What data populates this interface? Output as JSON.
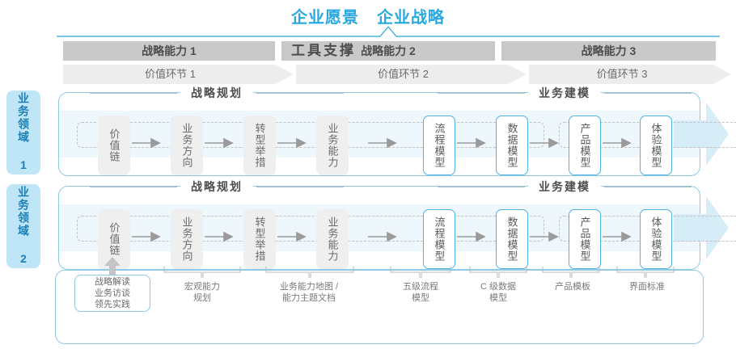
{
  "header": {
    "vision": "企业愿景",
    "strategy": "企业战略",
    "accent_color": "#27a8e0"
  },
  "capabilities": [
    {
      "label": "战略能力 1"
    },
    {
      "label": "战略能力 2"
    },
    {
      "label": "战略能力 3"
    }
  ],
  "value_chain": [
    {
      "label": "价值环节 1"
    },
    {
      "label": "价值环节 2"
    },
    {
      "label": "价值环节 3"
    }
  ],
  "domains": [
    {
      "label": "业务领域 1"
    },
    {
      "label": "业务领域 2"
    }
  ],
  "sections": {
    "planning": "战略规划",
    "modeling": "业务建模"
  },
  "nodes": {
    "planning": [
      "价值链",
      "业务方向",
      "转型举措",
      "业务能力"
    ],
    "modeling": [
      "流程模型",
      "数据模型",
      "产品模型",
      "体验模型"
    ]
  },
  "notes": [
    {
      "lines": [
        "战略解读",
        "业务访谈",
        "领先实践"
      ]
    },
    {
      "lines": [
        "宏观能力",
        "规划"
      ]
    },
    {
      "lines": [
        "业务能力地图 /",
        "能力主题文档"
      ]
    },
    {
      "lines": [
        "五级流程",
        "模型"
      ]
    },
    {
      "lines": [
        "C 级数据",
        "模型"
      ]
    },
    {
      "lines": [
        "产品模板"
      ]
    },
    {
      "lines": [
        "界面标准"
      ]
    }
  ],
  "tools": {
    "title": "工具支撑"
  },
  "colors": {
    "accent": "#27a8e0",
    "bar_dark": "#c9c9c9",
    "bar_light": "#ededed",
    "node_gray": "#efefef",
    "node_blue_border": "#4fb3e0",
    "domain_bg": "#bfe6f7",
    "band": "#eef7fc"
  }
}
